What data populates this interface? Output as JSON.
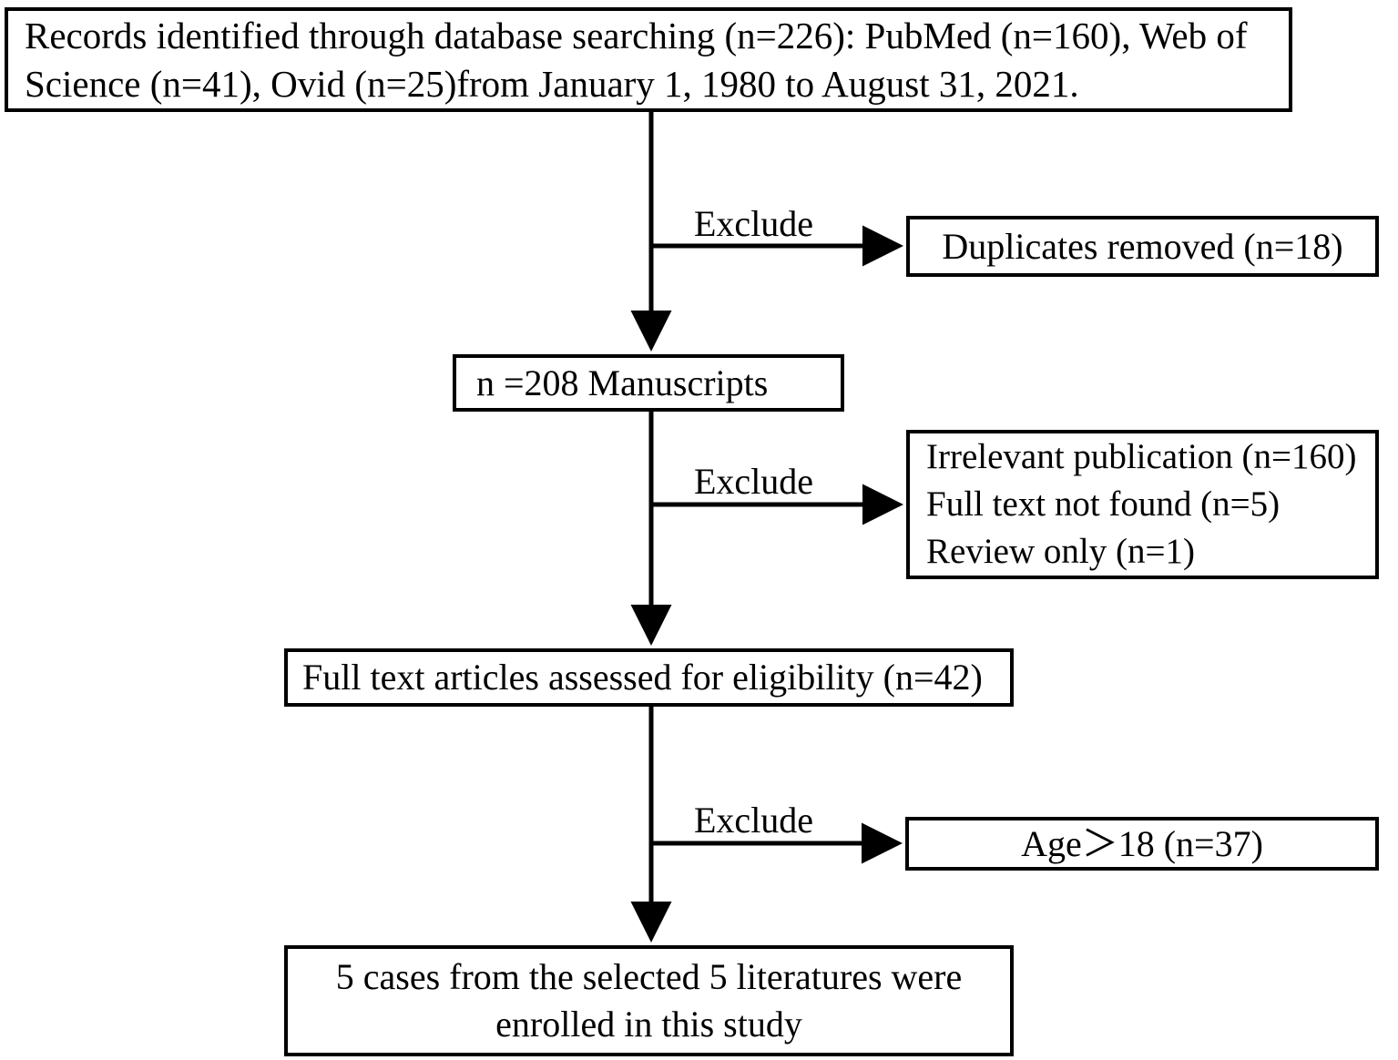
{
  "diagram": {
    "title": "PRISMA study selection flow diagram",
    "line_color": "#000000",
    "box_fill": "#ffffff",
    "nodes": {
      "records": {
        "line1": "Records identified through database searching (n=226): PubMed (n=160), Web of",
        "line2": "Science (n=41), Ovid (n=25)from January 1, 1980 to August 31, 2021."
      },
      "duplicates": {
        "line1": "Duplicates removed (n=18)"
      },
      "manuscripts": {
        "line1": "n =208 Manuscripts"
      },
      "exclusions": {
        "line1": "Irrelevant publication (n=160)",
        "line2": "Full text not found (n=5)",
        "line3": "Review only (n=1)"
      },
      "eligibility": {
        "line1": "Full text articles assessed for eligibility  (n=42)"
      },
      "age": {
        "line1": "Age＞18 (n=37)"
      },
      "enrolled": {
        "line1": "5 cases from the selected 5 literatures were",
        "line2": "enrolled in this study"
      }
    },
    "edge_labels": {
      "exclude_1": "Exclude",
      "exclude_2": "Exclude",
      "exclude_3": "Exclude"
    }
  }
}
